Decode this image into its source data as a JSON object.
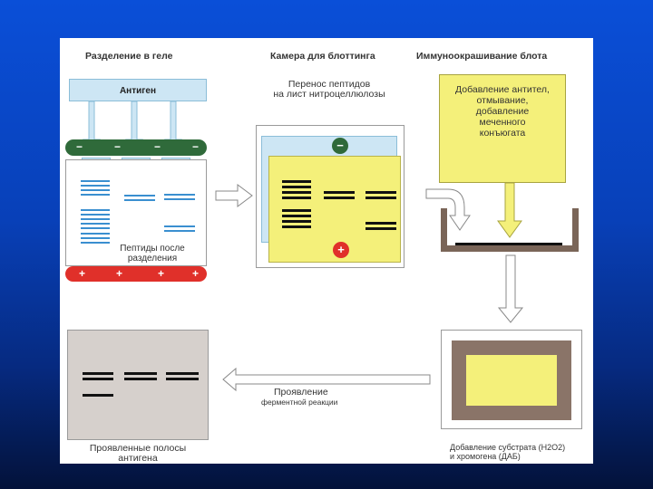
{
  "headings": {
    "gel_separation": "Разделение в геле",
    "blotting_chamber": "Камера для блоттинга",
    "immunostaining": "Иммуноокрашивание блота"
  },
  "labels": {
    "antigen": "Антиген",
    "peptides_line1": "Пептиды после",
    "peptides_line2": "разделения",
    "transfer_line1": "Перенос пептидов",
    "transfer_line2": "на лист нитроцеллюлозы",
    "antibody_line1": "Добавление антител,",
    "antibody_line2": "отмывание,",
    "antibody_line3": "добавление",
    "antibody_line4": "меченного",
    "antibody_line5": "конъюгата",
    "development_line1": "Проявление",
    "development_line2": "ферментной реакции",
    "substrate_line1": "Добавление субстрата (Н2О2)",
    "substrate_line2": "и хромогена (ДАБ)",
    "bands_line1": "Проявленные полосы",
    "bands_line2": "антигена"
  },
  "signs": {
    "minus": "−",
    "plus": "+"
  },
  "colors": {
    "background_blue": "#0a4fd8",
    "gel_green": "#2f6a3a",
    "electrode_red": "#e0302a",
    "membrane_yellow": "#f4f07a",
    "light_blue": "#cde6f4",
    "result_gray": "#d6d0cc",
    "tray_brown": "#7a6558"
  }
}
